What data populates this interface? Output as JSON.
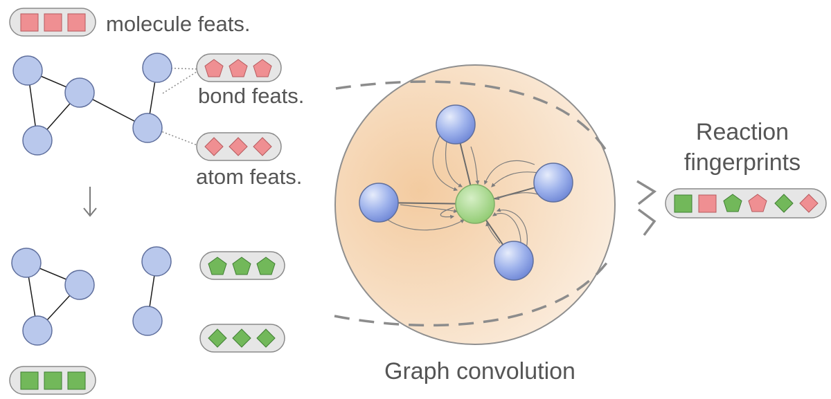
{
  "labels": {
    "molecule_feats": "molecule feats.",
    "bond_feats": "bond feats.",
    "atom_feats": "atom feats.",
    "graph_convolution": "Graph convolution",
    "reaction_line1": "Reaction",
    "reaction_line2": "fingerprints"
  },
  "colors": {
    "red_feature": "#ef8f92",
    "green_feature": "#72b85a",
    "blue_node": "#b9c8ec",
    "center_node": "#a9d98e",
    "convolution_sphere": "#f6d9b8"
  },
  "icons": {
    "arrow": "down-arrow-icon"
  }
}
